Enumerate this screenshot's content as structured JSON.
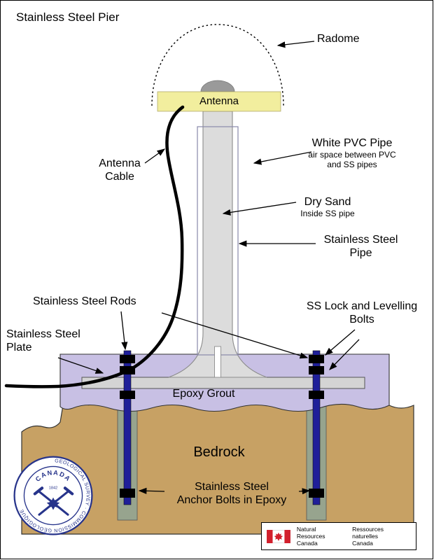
{
  "title": "Stainless Steel Pier",
  "labels": {
    "radome": "Radome",
    "antenna": "Antenna",
    "antenna_cable": "Antenna\nCable",
    "pvc_main": "White PVC Pipe",
    "pvc_sub": "air space between PVC\nand SS pipes",
    "dry_sand_main": "Dry Sand",
    "dry_sand_sub": "Inside SS pipe",
    "ss_pipe": "Stainless Steel\nPipe",
    "rods": "Stainless Steel Rods",
    "lock_bolts": "SS Lock and Levelling\nBolts",
    "plate": "Stainless Steel\nPlate",
    "epoxy_grout": "Epoxy Grout",
    "bedrock": "Bedrock",
    "anchor_bolts": "Stainless Steel\nAnchor Bolts in Epoxy"
  },
  "seal": {
    "country": "CANADA",
    "year": "1842",
    "ring_text": "GEOLOGICAL SURVEY · COMMISSION GÉOLOGIQUE"
  },
  "footer": {
    "en": "Natural Resources\nCanada",
    "fr": "Ressources naturelles\nCanada"
  },
  "icons": {
    "flag": "canada-flag-icon",
    "seal": "geological-survey-seal"
  },
  "colors": {
    "antenna_yellow": "#F2EE9E",
    "pipe_gray": "#DCDCDC",
    "epoxy_grout_purple": "#C8C0E4",
    "bedrock_tan": "#C7A164",
    "rod_navy": "#1F1F99",
    "anchor_epoxy_green": "#97A48E",
    "seal_navy": "#27348B",
    "flag_red": "#D21F2C"
  }
}
